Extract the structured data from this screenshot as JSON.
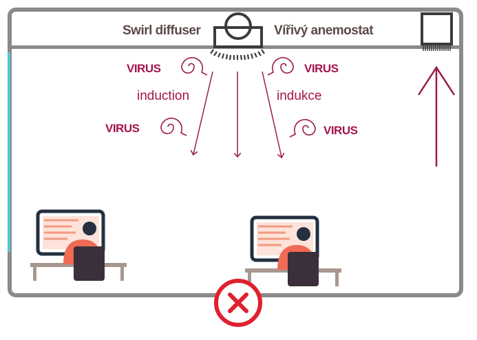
{
  "labels": {
    "swirl_diffuser": "Swirl diffuser",
    "swirl_diffuser_cz": "Vířivý anemostat",
    "virus": "VIRUS",
    "induction": "induction",
    "induction_cz": "indukce"
  },
  "colors": {
    "wall": "#8a8a8a",
    "accent_blue": "#54c5d6",
    "virus_red": "#a3134d",
    "arrow_red": "#9a1a4a",
    "x_red": "#e0202e",
    "label_dark": "#5b4a46",
    "person_shirt": "#f06a55",
    "chair": "#3a2f3b",
    "desk": "#a6988f",
    "screen_frame": "#243040"
  },
  "icons": [
    "swirl-diffuser-icon",
    "ceiling-vent-icon",
    "swirl-icon",
    "person-at-computer-icon",
    "x-circle-icon"
  ]
}
